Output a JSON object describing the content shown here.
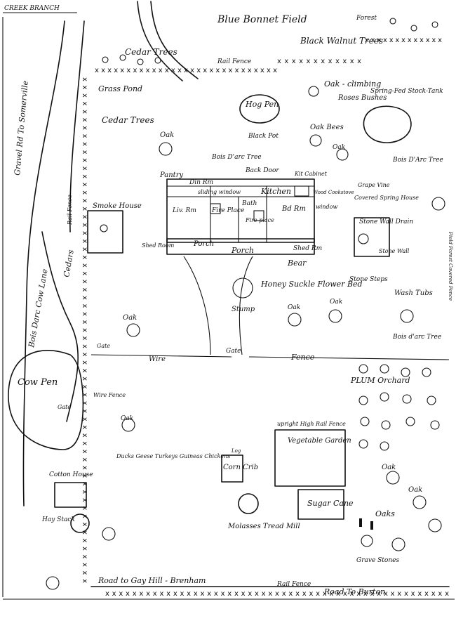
{
  "labels": {
    "creek_branch": "CREEK BRANCH",
    "blue_bonnet_field": "Blue Bonnet Field",
    "forest": "Forest",
    "black_walnut_trees": "Black Walnut Trees",
    "cedar_trees_top": "Cedar Trees",
    "rail_fence_top": "Rail Fence",
    "gravel_rd_to_somerville": "Gravel Rd To Somerville",
    "grass_pond": "Grass Pond",
    "oak_climbing_roses": "Oak - climbing",
    "roses_bushes": "Roses Bushes",
    "spring_fed_stock_tank": "Spring-Fed Stock-Tank",
    "hog_pen": "Hog Pen",
    "black_pot": "Black Pot",
    "oak_bees": "Oak  Bees",
    "cedar_trees_left": "Cedar Trees",
    "oak_1": "Oak",
    "bois_darc_tree_1": "Bois D'arc Tree",
    "back_door": "Back Door",
    "oak_2": "Oak",
    "bois_darc_tree_2": "Bois D'Arc Tree",
    "pantry": "Pantry",
    "din_rm": "Din Rm",
    "kit_cabinet": "Kit Cabinet",
    "sliding_window": "sliding window",
    "kitchen": "Kitchen",
    "wood_cookstove": "Wood Cookstove",
    "window": "window",
    "smoke_house": "Smoke House",
    "liv_rm": "Liv. Rm",
    "fire_place_1": "Fire Place",
    "bath": "Bath",
    "fire_place_2": "Fire place",
    "bd_rm": "Bd Rm",
    "grape_vine": "Grape Vine",
    "springhouse": "Covered Spring House",
    "stone_wall_drain": "Stone Wall Drain",
    "stone_wall": "Stone Wall",
    "rail_fence_left": "Rail Fence",
    "shed_room_left": "Shed Room",
    "porch_top": "Porch",
    "porch": "Porch",
    "shed_rm_right": "Shed Rm",
    "bear": "Bear",
    "cedars": "Cedars",
    "bois_darc_cow_lane": "Bois Darc Cow Lane",
    "honeysuckle_flower_bed": "Honey Suckle Flower Bed",
    "stump": "Stump",
    "stone_steps": "Stone Steps",
    "wash_tubs": "Wash Tubs",
    "oak_3": "Oak",
    "oak_4": "Oak",
    "oak_5": "Oak",
    "bois_darc_tree_3": "Bois d'arc Tree",
    "gate_1": "Gate",
    "wire": "Wire",
    "gate_2": "Gate",
    "fence": "Fence",
    "plum_orchard": "PLUM Orchard",
    "cow_pen": "Cow Pen",
    "gate_3": "Gate",
    "wire_fence": "Wire Fence",
    "oak_6": "Oak",
    "upright_rail_fence": "upright High Rail Fence",
    "vegetable_garden": "Vegetable Garden",
    "log": "Log",
    "corn_crib": "Corn Crib",
    "ducks_list": "Ducks Geese Turkeys Guineas Chickens",
    "oak_7": "Oak",
    "oak_8": "Oak",
    "cotton_house": "Cotton House",
    "hay_stack": "Hay Stack",
    "sugar_cane": "Sugar Cane",
    "oaks": "Oaks",
    "molasses_tread_mill": "Molasses Tread Mill",
    "grave_stones": "Grave Stones",
    "road_to_gay_hill": "Road to Gay Hill - Brenham",
    "rail_fence_bottom": "Rail Fence",
    "road_to_burton": "Road To Burton",
    "side_note": "Field  Forest  Covered  Fence"
  },
  "fence_mark": "x"
}
